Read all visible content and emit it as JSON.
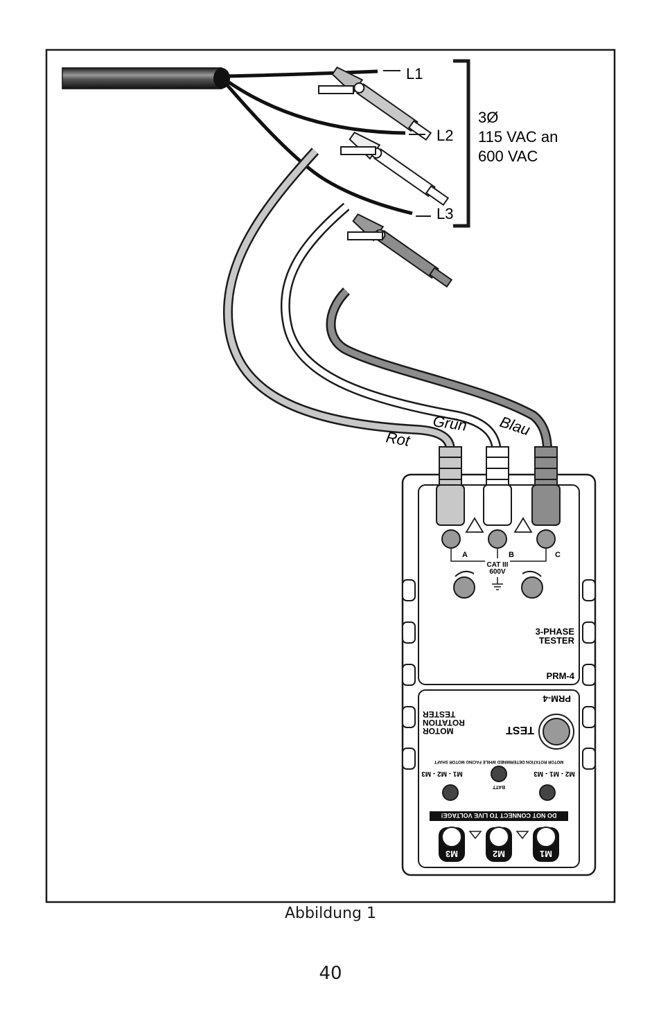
{
  "figure": {
    "lines": {
      "l1": "L1",
      "l2": "L2",
      "l3": "L3"
    },
    "supply": {
      "phase": "3Ø",
      "range_low": "115 VAC an",
      "range_high": "600 VAC"
    },
    "leads": {
      "red": "Rot",
      "green": "Grün",
      "blue": "Blau"
    },
    "device_top": {
      "terminals": [
        "A",
        "B",
        "C"
      ],
      "category": "CAT III",
      "voltage": "600V",
      "title_line1": "3-PHASE",
      "title_line2": "TESTER",
      "model": "PRM-4"
    },
    "device_bottom": {
      "model": "PRM-4",
      "title_line1": "MOTOR",
      "title_line2": "ROTATION",
      "title_line3": "TESTER",
      "test_label": "TEST",
      "note": "MOTOR ROTATION DETERMINED WHILE FACING MOTOR SHAFT",
      "seq_left": "M1 - M2 - M3",
      "seq_right": "M2 - M1 - M3",
      "batt": "BATT",
      "warning": "DO NOT CONNECT TO LIVE VOLTAGE!",
      "ports": [
        "M1",
        "M2",
        "M3"
      ]
    },
    "colors": {
      "red_lead": "#c8c8c8",
      "green_lead": "#ffffff",
      "blue_lead": "#8c8c8c",
      "outline": "#1a1a1a"
    }
  },
  "caption": "Abbildung 1",
  "page_number": "40"
}
